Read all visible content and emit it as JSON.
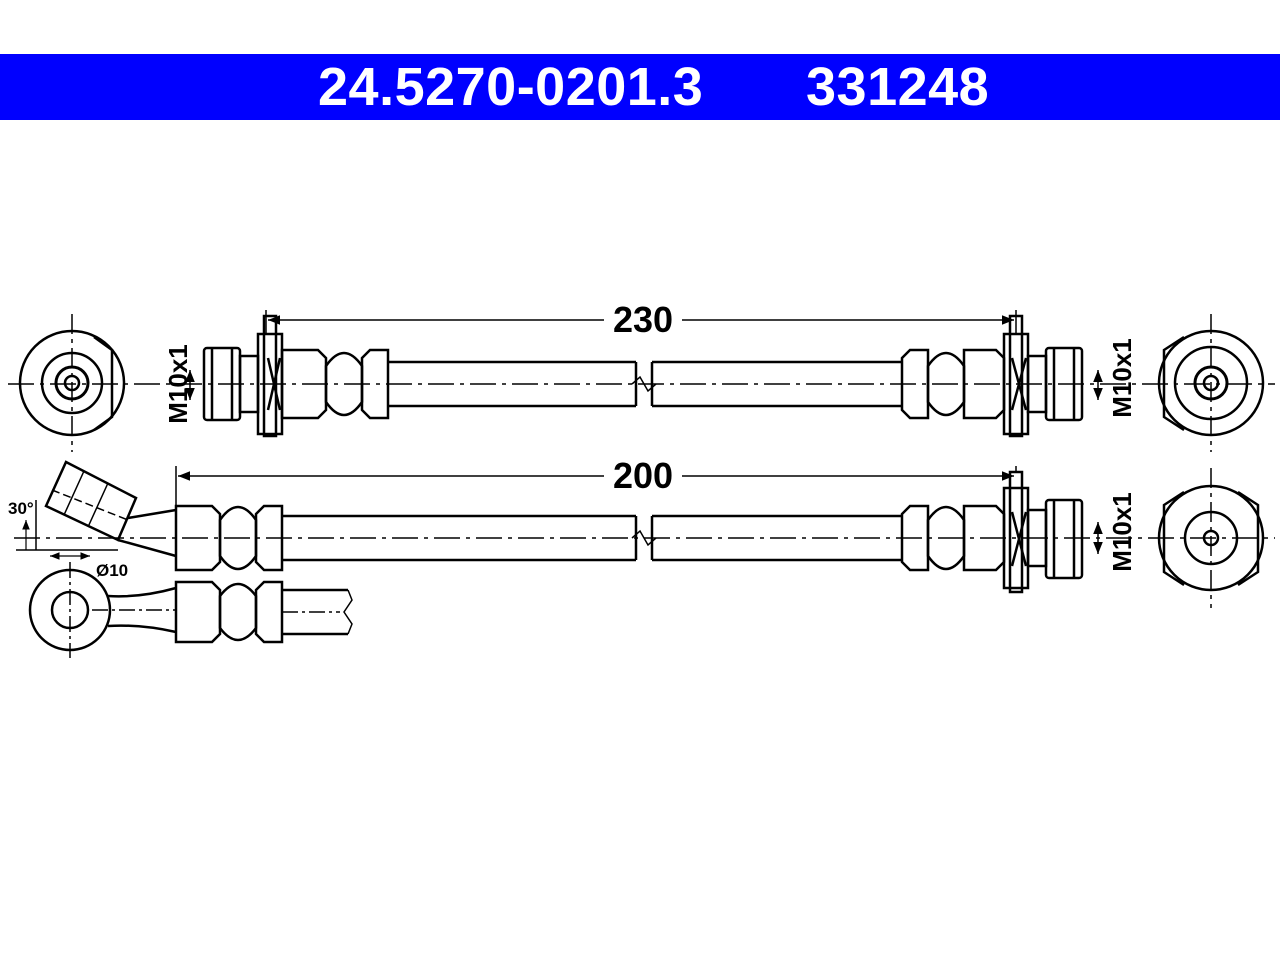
{
  "header": {
    "part_number": "24.5270-0201.3",
    "reference_number": "331248",
    "background_color": "#0000ff",
    "text_color": "#ffffff"
  },
  "drawing": {
    "hose_a_length": "230",
    "hose_b_length": "200",
    "thread_left_a": "M10x1",
    "thread_right_a": "M10x1",
    "thread_right_b": "M10x1",
    "angle_label": "30°",
    "diameter_label": "Ø10"
  }
}
